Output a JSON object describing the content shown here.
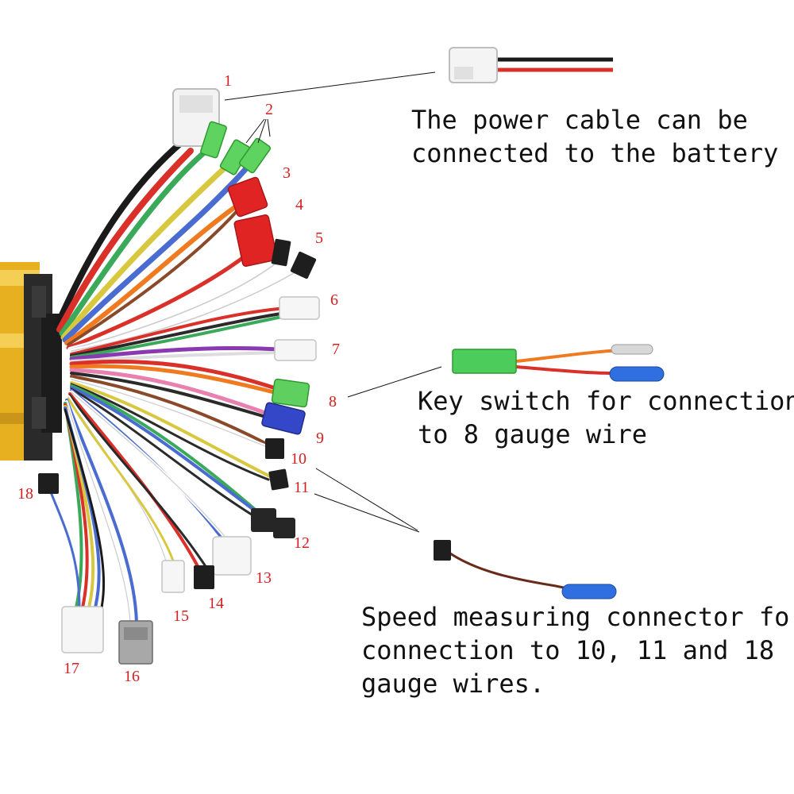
{
  "labels": {
    "n1": "1",
    "n2": "2",
    "n3": "3",
    "n4": "4",
    "n5": "5",
    "n6": "6",
    "n7": "7",
    "n8": "8",
    "n9": "9",
    "n10": "10",
    "n11": "11",
    "n12": "12",
    "n13": "13",
    "n14": "14",
    "n15": "15",
    "n16": "16",
    "n17": "17",
    "n18": "18"
  },
  "captions": {
    "power": [
      "The power cable can be",
      "connected to the battery"
    ],
    "key": [
      "Key switch for connection",
      "to 8 gauge wire"
    ],
    "speed": [
      "Speed measuring connector for",
      "connection to 10, 11 and 18",
      "gauge wires."
    ]
  },
  "colors": {
    "controller": "#e8b422",
    "label_red": "#d42020"
  }
}
